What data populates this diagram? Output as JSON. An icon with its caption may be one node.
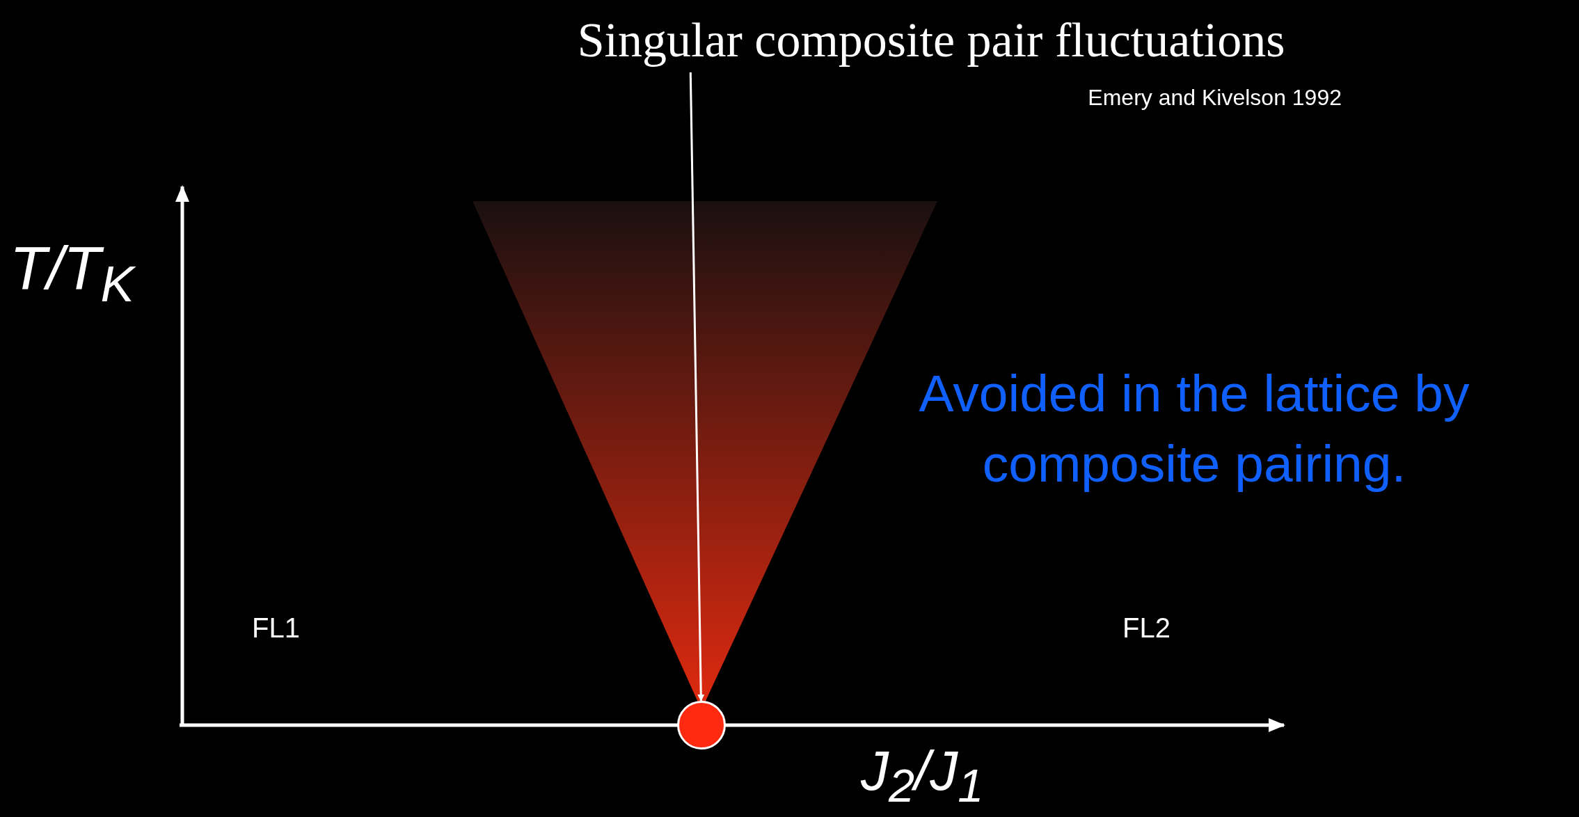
{
  "diagram": {
    "nodes": [
      {
        "text": [
          "Singular composite pair fluctuations"
        ]
      },
      {
        "text": [],
        "shape": "circle"
      }
    ],
    "edges": [
      {
        "from": 0,
        "to": 1,
        "arrow": "to"
      }
    ],
    "labels": [
      "Emery and Kivelson 1992",
      "T/T$_{K}$",
      "Avoided in the lattice by composite pairing.",
      "FL1",
      "FL2",
      "J$_{2}$/J$_{1}$"
    ]
  }
}
